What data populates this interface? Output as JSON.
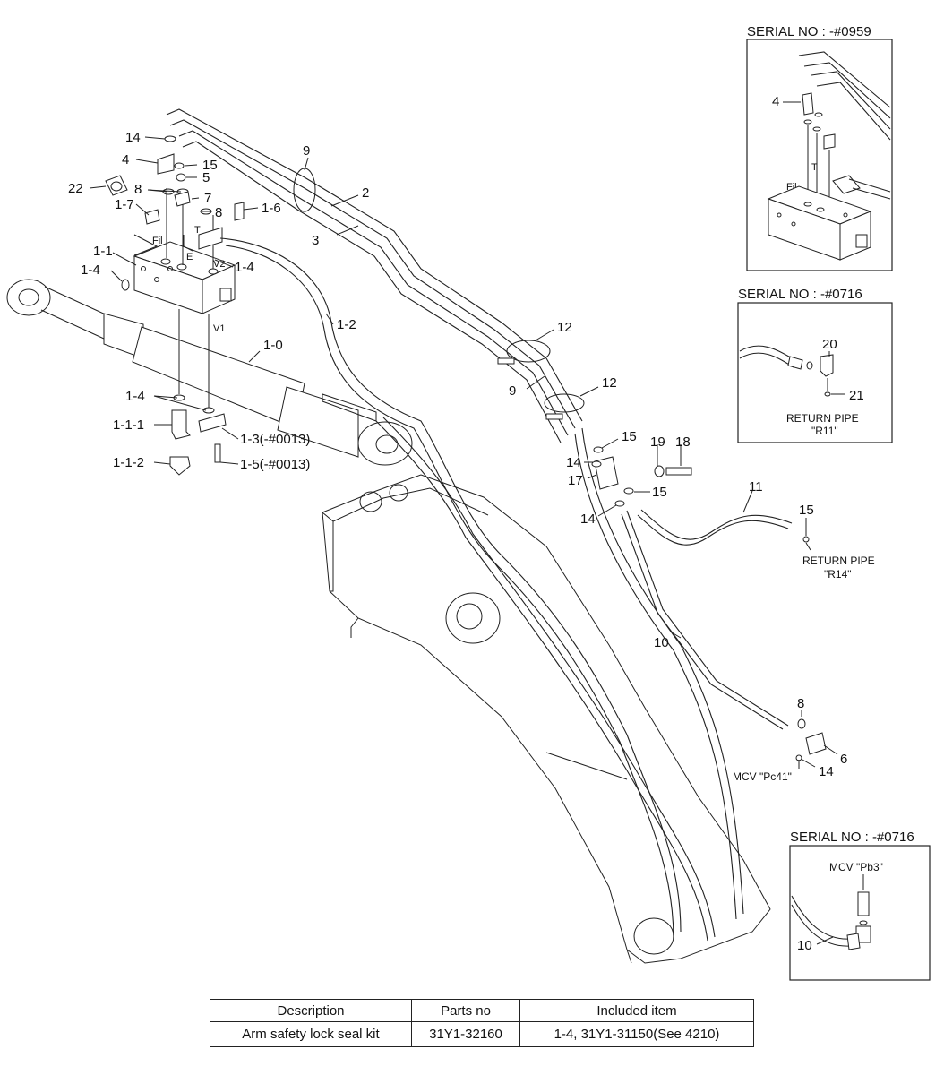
{
  "callouts": {
    "c14a": "14",
    "c4a": "4",
    "c15a": "15",
    "c5": "5",
    "c22": "22",
    "c8a": "8",
    "c7": "7",
    "c1_7": "1-7",
    "c8b": "8",
    "c1_6": "1-6",
    "c9a": "9",
    "c2": "2",
    "c3": "3",
    "c1_1": "1-1",
    "c1_4a": "1-4",
    "c1_4b": "1-4",
    "c1_2": "1-2",
    "c1_0": "1-0",
    "c1_4c": "1-4",
    "c1_1_1": "1-1-1",
    "c1_3": "1-3(-#0013)",
    "c1_1_2": "1-1-2",
    "c1_5": "1-5(-#0013)",
    "c12a": "12",
    "c9b": "9",
    "c12b": "12",
    "c15b": "15",
    "c19": "19",
    "c18": "18",
    "c14b": "14",
    "c17": "17",
    "c15c": "15",
    "c14c": "14",
    "c11": "11",
    "c15d": "15",
    "c10a": "10",
    "c8c": "8",
    "c6": "6",
    "c14d": "14",
    "c4b": "4",
    "c20": "20",
    "c21": "21",
    "c10b": "10"
  },
  "marks": {
    "fil_main": "Fil",
    "t_main": "T",
    "e_main": "E",
    "v2_main": "V2",
    "v1_main": "V1",
    "fil_inset": "Fil",
    "t_inset": "T"
  },
  "notes": {
    "return_pipe_r11": "RETURN PIPE",
    "r11": "\"R11\"",
    "return_pipe_r14": "RETURN PIPE",
    "r14": "\"R14\"",
    "mcv_pc41": "MCV \"Pc41\"",
    "mcv_pb3": "MCV \"Pb3\""
  },
  "insets": {
    "serial_0959": "SERIAL NO : -#0959",
    "serial_0716_a": "SERIAL NO : -#0716",
    "serial_0716_b": "SERIAL NO : -#0716"
  },
  "table": {
    "headers": {
      "description": "Description",
      "parts_no": "Parts no",
      "included_item": "Included item"
    },
    "row": {
      "description": "Arm safety lock seal kit",
      "parts_no": "31Y1-32160",
      "included_item": "1-4, 31Y1-31150(See 4210)"
    }
  }
}
